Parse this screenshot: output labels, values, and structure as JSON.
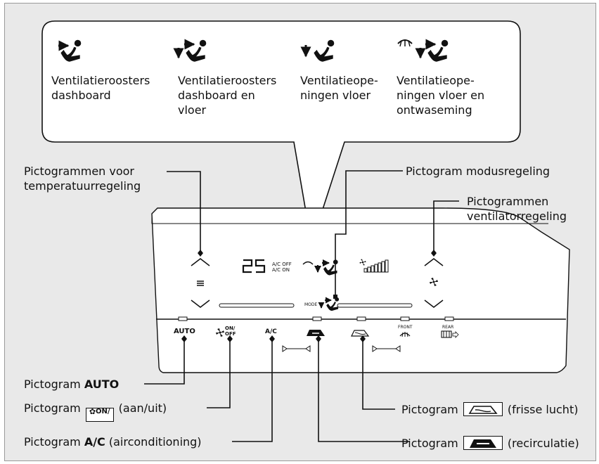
{
  "modes": [
    {
      "label": "Ventilatieroosters\ndashboard",
      "icon": "face-vent-icon"
    },
    {
      "label": "Ventilatieroosters\ndashboard en\nvloer",
      "icon": "face-floor-vent-icon"
    },
    {
      "label": "Ventilatieope-\nningen vloer",
      "icon": "floor-vent-icon"
    },
    {
      "label": "Ventilatieope-\nningen vloer en\nontwaseming",
      "icon": "floor-defrost-vent-icon"
    }
  ],
  "callouts": {
    "temp": "Pictogrammen voor\ntemperatuurregeling",
    "mode": "Pictogram modusregeling",
    "fan": "Pictogrammen\nventilatorregeling",
    "auto_prefix": "Pictogram ",
    "auto_bold": "AUTO",
    "onoff_prefix": "Pictogram",
    "onoff_suffix": "(aan/uit)",
    "ac_prefix": "Pictogram ",
    "ac_bold": "A/C",
    "ac_suffix": " (airconditioning)",
    "fresh_prefix": "Pictogram",
    "fresh_suffix": "(frisse lucht)",
    "recirc_prefix": "Pictogram",
    "recirc_suffix": "(recirculatie)"
  },
  "panel": {
    "temp_display": "25",
    "ac_off": "A/C OFF",
    "ac_on": "A/C ON",
    "mode_label": "MODE",
    "auto": "AUTO",
    "on": "ON/",
    "off": "OFF",
    "ac": "A/C",
    "front": "FRONT",
    "rear": "REAR"
  }
}
